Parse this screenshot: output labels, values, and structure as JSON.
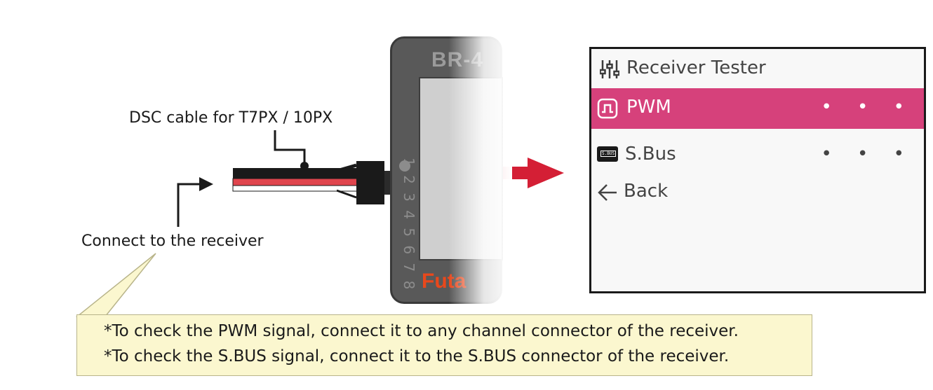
{
  "labels": {
    "cable": "DSC cable for T7PX / 10PX",
    "connect": "Connect to the receiver"
  },
  "device": {
    "brand": "BR-4",
    "ports": "1 2 3 4 5 6 7 8",
    "logo": "Futa"
  },
  "screen": {
    "title": "Receiver Tester",
    "items": [
      {
        "label": "PWM",
        "more": "• • •"
      },
      {
        "label": "S.Bus",
        "more": "• • •"
      }
    ],
    "back": "Back",
    "sbus_icon_text": "S.BUS"
  },
  "note": {
    "lines": [
      "*To check the PWM signal, connect it to any channel connector of the receiver.",
      "*To check the S.BUS signal, connect it to the S.BUS connector of the receiver."
    ]
  },
  "colors": {
    "highlight": "#d6417b",
    "arrow": "#d41f35",
    "note_bg": "#fbf7cf",
    "device_body": "#595959",
    "wire_red": "#e0454d"
  }
}
